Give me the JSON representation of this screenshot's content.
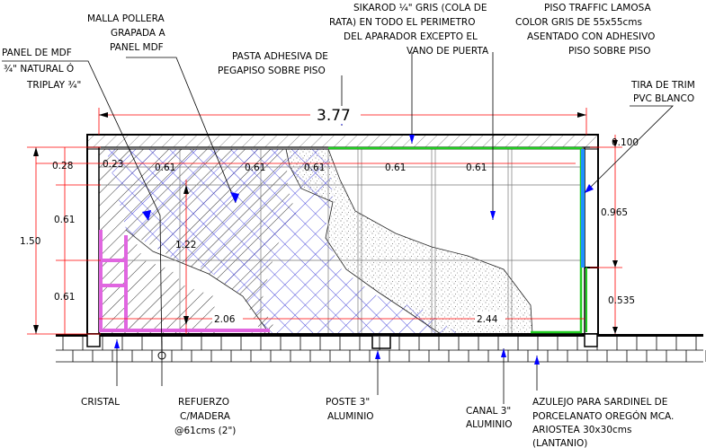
{
  "annotations": {
    "panel_mdf": [
      "PANEL DE MDF",
      "¾\" NATURAL Ó",
      "TRIPLAY ¾\""
    ],
    "malla_pollera": [
      "MALLA POLLERA",
      "GRAPADA A",
      "PANEL MDF"
    ],
    "pasta_adhesiva": [
      "PASTA ADHESIVA DE",
      "PEGAPISO SOBRE PISO"
    ],
    "sikarod": [
      "SIKAROD ¼\" GRIS (COLA DE",
      "RATA) EN TODO EL PERIMETRO",
      "DEL APARADOR EXCEPTO EL",
      "VANO DE PUERTA"
    ],
    "piso_traffic": [
      "PISO TRAFFIC LAMOSA",
      "COLOR GRIS DE 55x55cms",
      "ASENTADO CON ADHESIVO",
      "PISO SOBRE PISO"
    ],
    "tira_trim": [
      "TIRA DE TRIM",
      "PVC BLANCO"
    ],
    "cristal": [
      "CRISTAL"
    ],
    "refuerzo": [
      "REFUERZO",
      "C/MADERA",
      "@61cms (2\")"
    ],
    "poste": [
      "POSTE 3\"",
      "ALUMINIO"
    ],
    "canal": [
      "CANAL 3\"",
      "ALUMINIO"
    ],
    "azulejo": [
      "AZULEJO PARA SARDINEL DE",
      "PORCELANATO OREGÓN MCA.",
      "ARIOSTEA 30x30cms",
      "(LANTANIO)"
    ]
  },
  "dimensions": {
    "total_width": "3.77",
    "top_spacings": [
      "0.23",
      "0.61",
      "0.61",
      "0.61",
      "0.61",
      "0.61"
    ],
    "left_heights": [
      "0.28",
      "0.61",
      "0.61"
    ],
    "overall_height": "1.50",
    "inner_height": "1.22",
    "bottom_left": "2.06",
    "bottom_right": "2.44",
    "right_heights": [
      "0.100",
      "0.965",
      "0.535"
    ]
  },
  "colors": {
    "line": "#000000",
    "dimension_red": "#ff0000",
    "hatch_blue": "#3a3ad8",
    "trim_blue": "#1e90ff",
    "sikarod_green": "#22cc22",
    "reinforcement_magenta": "#e066e0",
    "leader_blue": "#0000ff"
  }
}
